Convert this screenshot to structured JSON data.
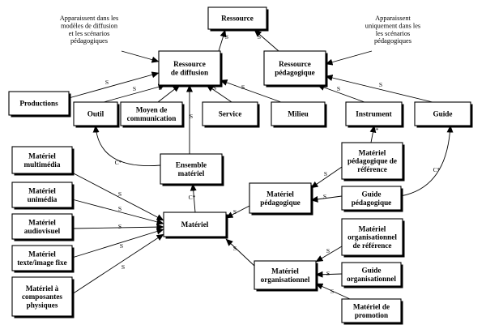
{
  "nodes": [
    {
      "id": "ressource",
      "lines": [
        "Ressource"
      ]
    },
    {
      "id": "ressource-diffusion",
      "lines": [
        "Ressource",
        "de diffusion"
      ]
    },
    {
      "id": "ressource-pedagogique",
      "lines": [
        "Ressource",
        "pédagogique"
      ]
    },
    {
      "id": "productions",
      "lines": [
        "Productions"
      ]
    },
    {
      "id": "outil",
      "lines": [
        "Outil"
      ]
    },
    {
      "id": "moyen-communication",
      "lines": [
        "Moyen de",
        "communication"
      ]
    },
    {
      "id": "service",
      "lines": [
        "Service"
      ]
    },
    {
      "id": "milieu",
      "lines": [
        "Milieu"
      ]
    },
    {
      "id": "instrument",
      "lines": [
        "Instrument"
      ]
    },
    {
      "id": "guide",
      "lines": [
        "Guide"
      ]
    },
    {
      "id": "ensemble-materiel",
      "lines": [
        "Ensemble",
        "matériel"
      ]
    },
    {
      "id": "materiel-pedagogique-reference",
      "lines": [
        "Matériel",
        "pédagogique de",
        "référence"
      ]
    },
    {
      "id": "guide-pedagogique",
      "lines": [
        "Guide",
        "pédagogique"
      ]
    },
    {
      "id": "materiel-pedagogique",
      "lines": [
        "Matériel",
        "pédagogique"
      ]
    },
    {
      "id": "materiel",
      "lines": [
        "Matériel"
      ]
    },
    {
      "id": "materiel-multimedia",
      "lines": [
        "Matériel",
        "multimédia"
      ]
    },
    {
      "id": "materiel-unimedia",
      "lines": [
        "Matériel",
        "unimédia"
      ]
    },
    {
      "id": "materiel-audiovisuel",
      "lines": [
        "Matériel",
        "audiovisuel"
      ]
    },
    {
      "id": "materiel-texte-image",
      "lines": [
        "Matériel",
        "texte/image fixe"
      ]
    },
    {
      "id": "materiel-composantes",
      "lines": [
        "Matériel à",
        "composantes",
        "physiques"
      ]
    },
    {
      "id": "materiel-organisationnel-reference",
      "lines": [
        "Matériel",
        "organisationnel",
        "de référence"
      ]
    },
    {
      "id": "guide-organisationnel",
      "lines": [
        "Guide",
        "organisationnel"
      ]
    },
    {
      "id": "materiel-organisationnel",
      "lines": [
        "Matériel",
        "organisationnel"
      ]
    },
    {
      "id": "materiel-promotion",
      "lines": [
        "Matériel de",
        "promotion"
      ]
    }
  ],
  "notes": [
    {
      "id": "note-diffusion",
      "lines": [
        "Apparaissent dans les",
        "modèles de diffusion",
        "et les scénarios",
        "pédagogiques"
      ]
    },
    {
      "id": "note-pedagogique",
      "lines": [
        "Apparaissent",
        "uniquement dans les",
        "les scénarios",
        "pédagogiques"
      ]
    }
  ],
  "edges": [
    {
      "from": "ressource-diffusion",
      "to": "ressource",
      "label": "S"
    },
    {
      "from": "ressource-pedagogique",
      "to": "ressource",
      "label": "S"
    },
    {
      "from": "productions",
      "to": "ressource-diffusion",
      "label": "S"
    },
    {
      "from": "outil",
      "to": "ressource-diffusion",
      "label": "S"
    },
    {
      "from": "moyen-communication",
      "to": "ressource-diffusion",
      "label": "S"
    },
    {
      "from": "service",
      "to": "ressource-diffusion",
      "label": "S"
    },
    {
      "from": "milieu",
      "to": "ressource-diffusion",
      "label": "S"
    },
    {
      "from": "ensemble-materiel",
      "to": "ressource-diffusion",
      "label": "S"
    },
    {
      "from": "instrument",
      "to": "ressource-pedagogique",
      "label": "S"
    },
    {
      "from": "guide",
      "to": "ressource-pedagogique",
      "label": "S"
    },
    {
      "from": "ensemble-materiel",
      "to": "outil",
      "label": "C*"
    },
    {
      "from": "materiel",
      "to": "ensemble-materiel",
      "label": "C*"
    },
    {
      "from": "materiel-pedagogique-reference",
      "to": "instrument",
      "label": "C*"
    },
    {
      "from": "guide-pedagogique",
      "to": "guide",
      "label": "C*"
    },
    {
      "from": "materiel-pedagogique-reference",
      "to": "materiel-pedagogique",
      "label": "S"
    },
    {
      "from": "guide-pedagogique",
      "to": "materiel-pedagogique",
      "label": "S"
    },
    {
      "from": "materiel-pedagogique",
      "to": "materiel",
      "label": "S"
    },
    {
      "from": "materiel-multimedia",
      "to": "materiel",
      "label": "S"
    },
    {
      "from": "materiel-unimedia",
      "to": "materiel",
      "label": "S"
    },
    {
      "from": "materiel-audiovisuel",
      "to": "materiel",
      "label": "S"
    },
    {
      "from": "materiel-texte-image",
      "to": "materiel",
      "label": "S"
    },
    {
      "from": "materiel-composantes",
      "to": "materiel",
      "label": "S"
    },
    {
      "from": "materiel-organisationnel",
      "to": "materiel",
      "label": "S"
    },
    {
      "from": "materiel-organisationnel-reference",
      "to": "materiel-organisationnel",
      "label": "S"
    },
    {
      "from": "guide-organisationnel",
      "to": "materiel-organisationnel",
      "label": "S"
    },
    {
      "from": "materiel-promotion",
      "to": "materiel-organisationnel",
      "label": "S"
    }
  ]
}
